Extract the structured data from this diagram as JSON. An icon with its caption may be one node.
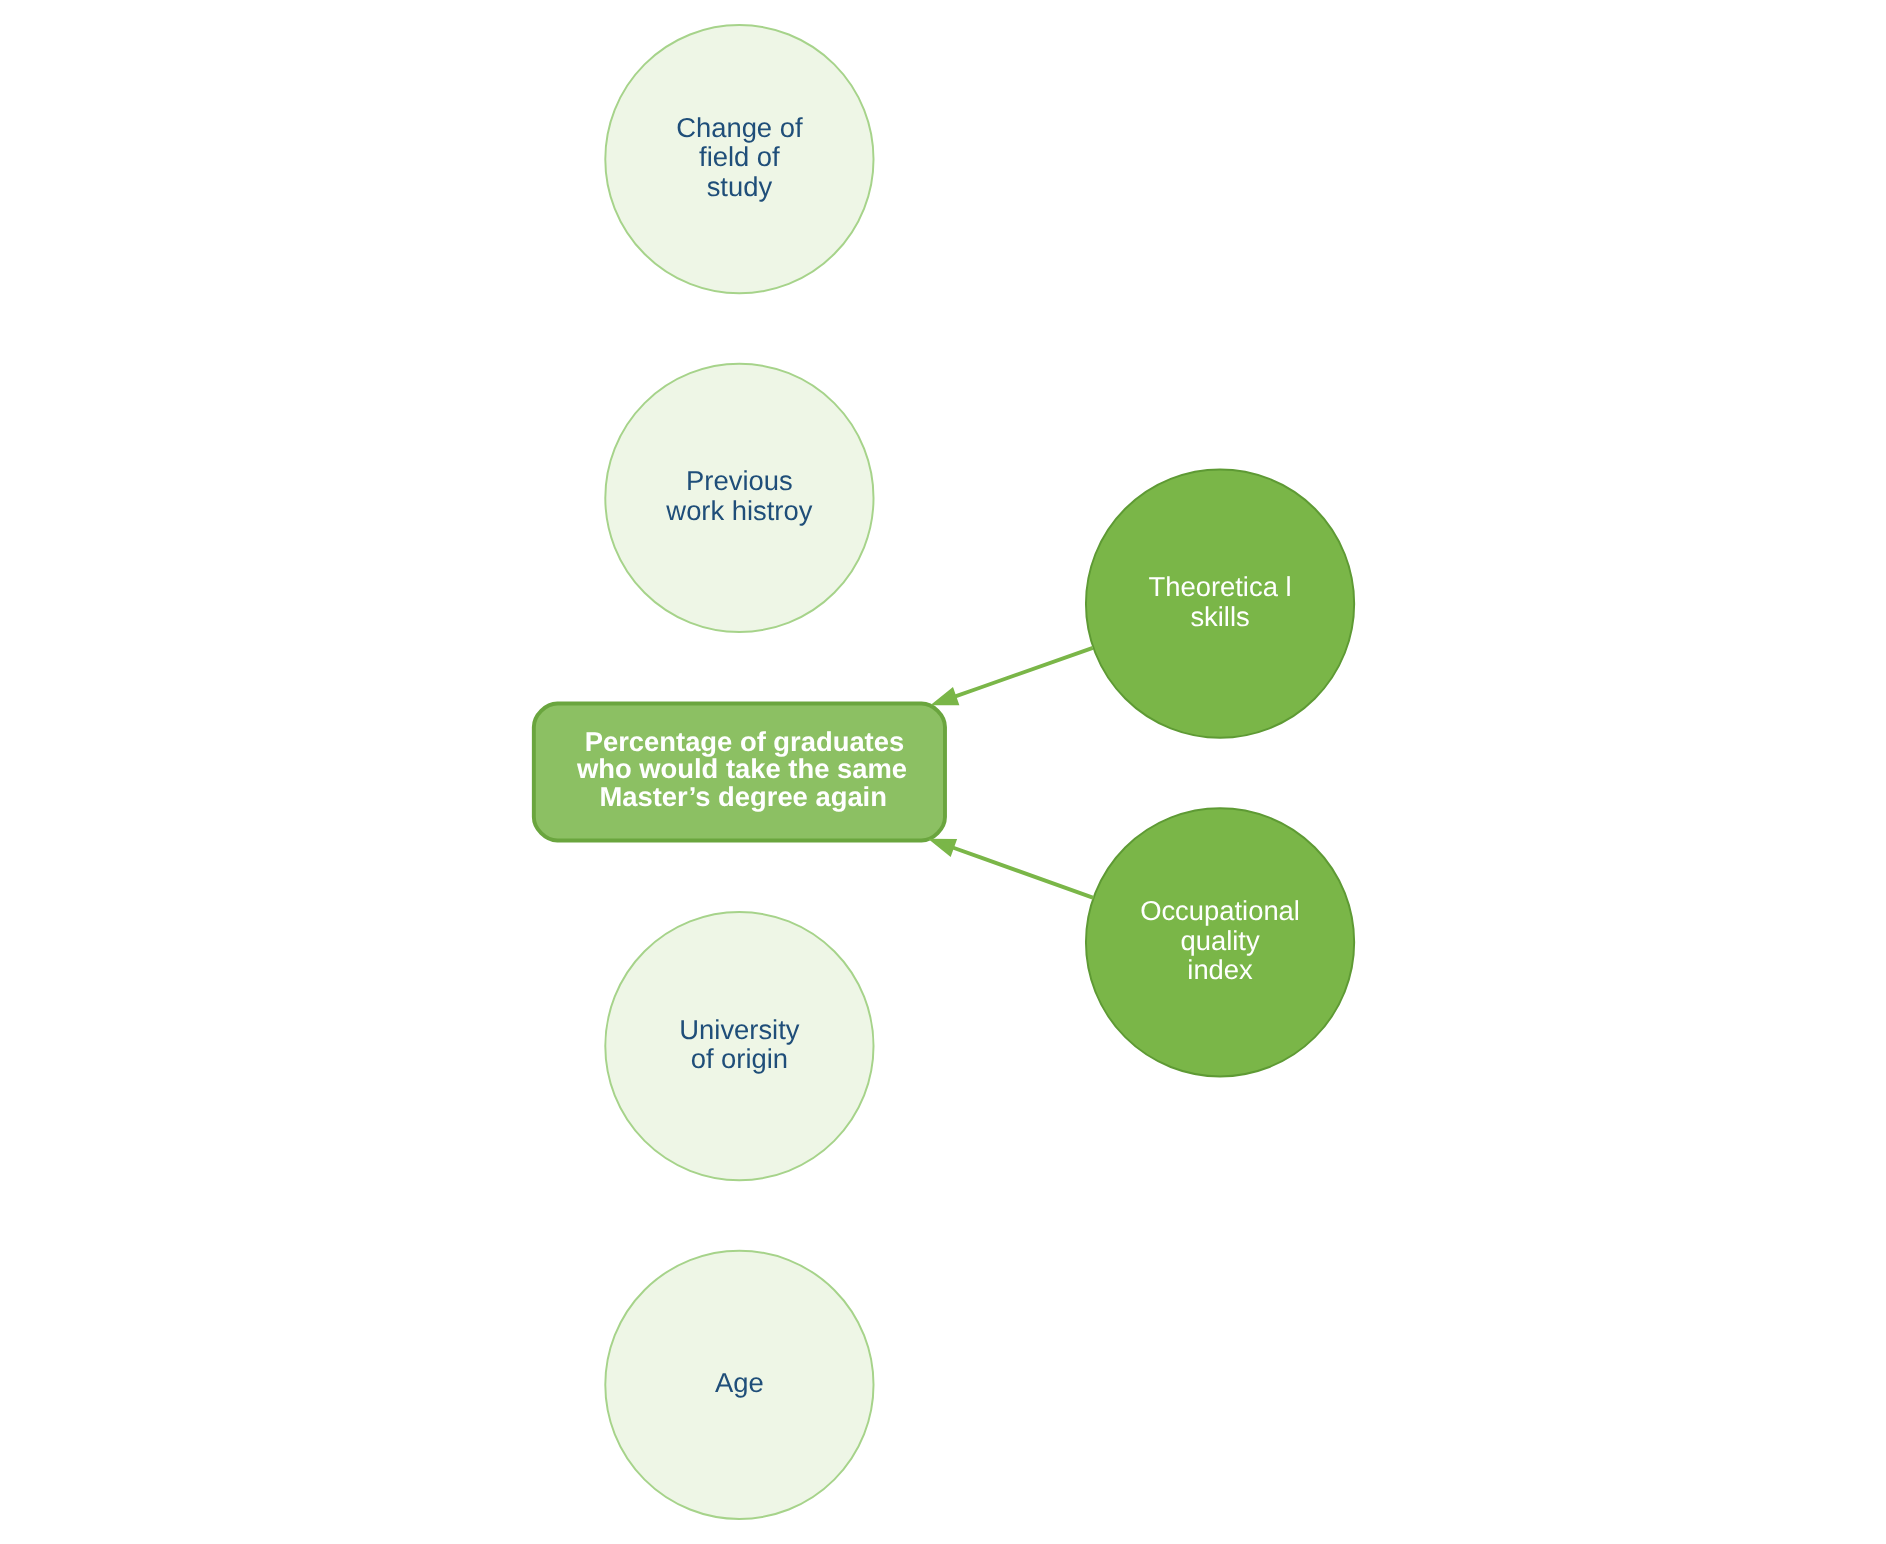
{
  "diagram": {
    "nodes": [
      {
        "text": [
          "Age"
        ]
      },
      {
        "text": [
          "University of origin"
        ]
      },
      {
        "text": [
          "Theoretica l skills"
        ]
      },
      {
        "text": [
          "Percentage of graduates who would take the same Master’s degree again"
        ]
      },
      {
        "text": [
          "Previous work histroy"
        ]
      },
      {
        "text": [
          "Occupational quality index"
        ]
      },
      {
        "text": [
          "Change of field of study"
        ]
      }
    ],
    "edges": [
      {
        "from": 2,
        "to": 3,
        "arrow": "to"
      },
      {
        "from": 5,
        "to": 3,
        "arrow": "to"
      }
    ]
  }
}
